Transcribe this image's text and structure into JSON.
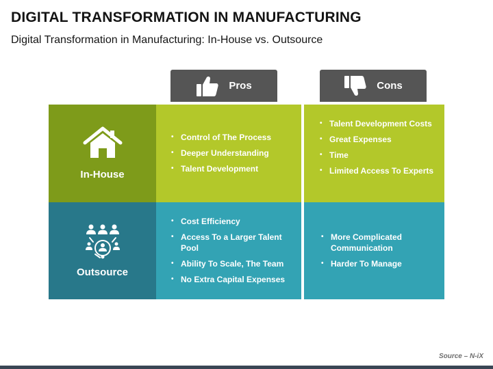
{
  "title": "DIGITAL TRANSFORMATION IN MANUFACTURING",
  "subtitle": "Digital Transformation in Manufacturing: In-House vs. Outsource",
  "columns": {
    "pros": {
      "label": "Pros",
      "icon": "thumbs-up-icon"
    },
    "cons": {
      "label": "Cons",
      "icon": "thumbs-down-icon"
    }
  },
  "rows": {
    "inhouse": {
      "label": "In-House",
      "icon": "house-icon",
      "color": "#7E9B1A",
      "cell_color": "#B3C82A",
      "pros": [
        "Control of The Process",
        "Deeper Understanding",
        "Talent Development"
      ],
      "cons": [
        "Talent Development Costs",
        "Great Expenses",
        "Time",
        "Limited Access To Experts"
      ]
    },
    "outsource": {
      "label": "Outsource",
      "icon": "team-network-icon",
      "color": "#28788A",
      "cell_color": "#33A3B4",
      "pros": [
        "Cost Efficiency",
        "Access To a Larger Talent Pool",
        "Ability To Scale, The Team",
        "No Extra Capital Expenses"
      ],
      "cons": [
        "More Complicated Communication",
        "Harder To Manage"
      ]
    }
  },
  "source": "Source – N-iX"
}
